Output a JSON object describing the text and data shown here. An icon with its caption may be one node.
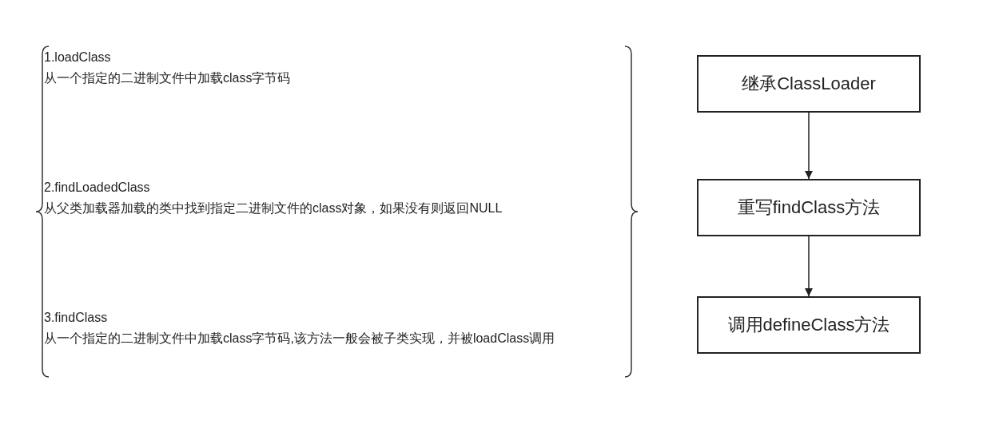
{
  "diagram": {
    "nodes": [
      {
        "text": [
          "继承ClassLoader"
        ]
      },
      {
        "text": [
          "重写findClass方法"
        ]
      },
      {
        "text": [
          "调用defineClass方法"
        ]
      }
    ],
    "edges": [
      {
        "from": 0,
        "to": 1,
        "arrow": "to"
      },
      {
        "from": 1,
        "to": 2,
        "arrow": "to"
      }
    ],
    "labels": [
      "1.loadClass",
      "从一个指定的二进制文件中加载class字节码",
      "2.findLoadedClass",
      "从父类加载器加载的类中找到指定二进制文件的class对象，如果没有则返回NULL",
      "3.findClass",
      "从一个指定的二进制文件中加载class字节码,该方法一般会被子类实现，并被loadClass调用"
    ]
  }
}
